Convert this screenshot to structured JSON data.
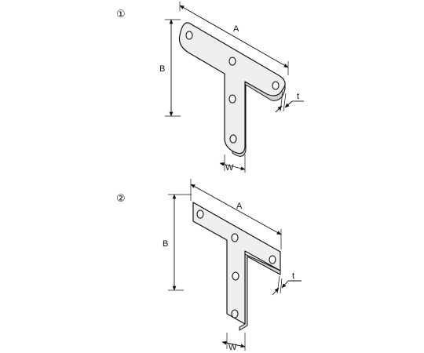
{
  "variants": [
    {
      "number": "①",
      "labels": {
        "a": "A",
        "b": "B",
        "w": "W",
        "t": "t"
      }
    },
    {
      "number": "②",
      "labels": {
        "a": "A",
        "b": "B",
        "w": "W",
        "t": "t"
      }
    }
  ]
}
